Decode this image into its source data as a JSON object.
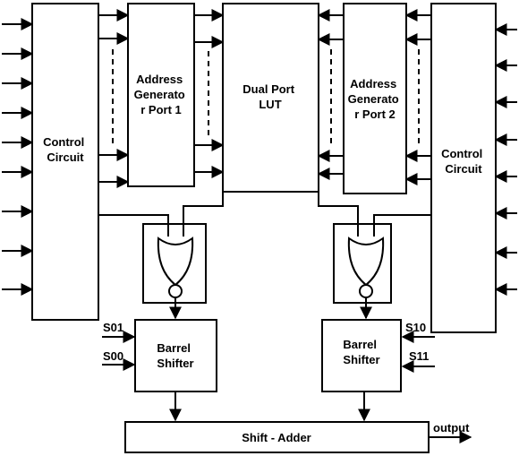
{
  "blocks": {
    "control_left": [
      "Control",
      "Circuit"
    ],
    "addr_gen_1": [
      "Address",
      "Generato",
      "r Port 1"
    ],
    "dual_port_lut": [
      "Dual Port",
      "LUT"
    ],
    "addr_gen_2": [
      "Address",
      "Generato",
      "r Port 2"
    ],
    "control_right": [
      "Control",
      "Circuit"
    ],
    "barrel_left": [
      "Barrel",
      "Shifter"
    ],
    "barrel_right": [
      "Barrel",
      "Shifter"
    ],
    "shift_adder": "Shift - Adder"
  },
  "signals": {
    "s01": "S01",
    "s00": "S00",
    "s10": "S10",
    "s11": "S11",
    "output": "output"
  },
  "gates": {
    "type": "NOR",
    "count": 2
  }
}
